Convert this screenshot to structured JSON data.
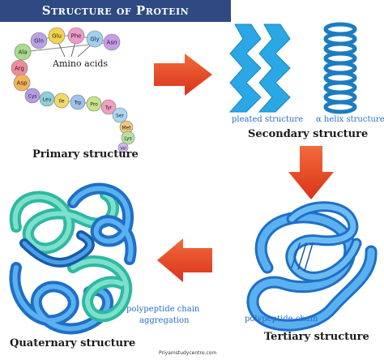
{
  "title": "Structure of Protein",
  "amino_acids_label": "Amino acids",
  "amino_acids": [
    "Gln",
    "Glu",
    "Phe",
    "Gly",
    "Asn",
    "Ala",
    "Arg",
    "Asp",
    "Cys",
    "Leu",
    "Ile",
    "Trp",
    "Pro",
    "Tyr",
    "Ser",
    "Met",
    "Lys",
    "Val"
  ],
  "amino_colors": [
    "#b8a3e6",
    "#f3d34a",
    "#ef9ac8",
    "#9fd0f0",
    "#c79be8",
    "#a7dc8c",
    "#f08c9a",
    "#f5b35a",
    "#b59ce6",
    "#8fd0d8",
    "#f2d96b",
    "#9ec3ef",
    "#c7e48a",
    "#f0a0c0",
    "#a9d7f2",
    "#f2c57a",
    "#b7e2a0",
    "#d2b6ef"
  ],
  "captions": {
    "primary": "Primary structure",
    "secondary": "Secondary structure",
    "tertiary": "Tertiary structure",
    "quaternary": "Quaternary structure"
  },
  "labels": {
    "pleated": "pleated structure",
    "helix": "α helix structure",
    "polypeptide_chain": "polypeptide chain",
    "aggregation_line1": "polypeptide chain",
    "aggregation_line2": "aggregation"
  },
  "website": "Priyamstudycentre.com",
  "colors": {
    "title_bg": "#2f4a83",
    "arrow": "#e8461f",
    "structure_blue": "#2a7fd4",
    "structure_teal": "#2fb8a0"
  }
}
